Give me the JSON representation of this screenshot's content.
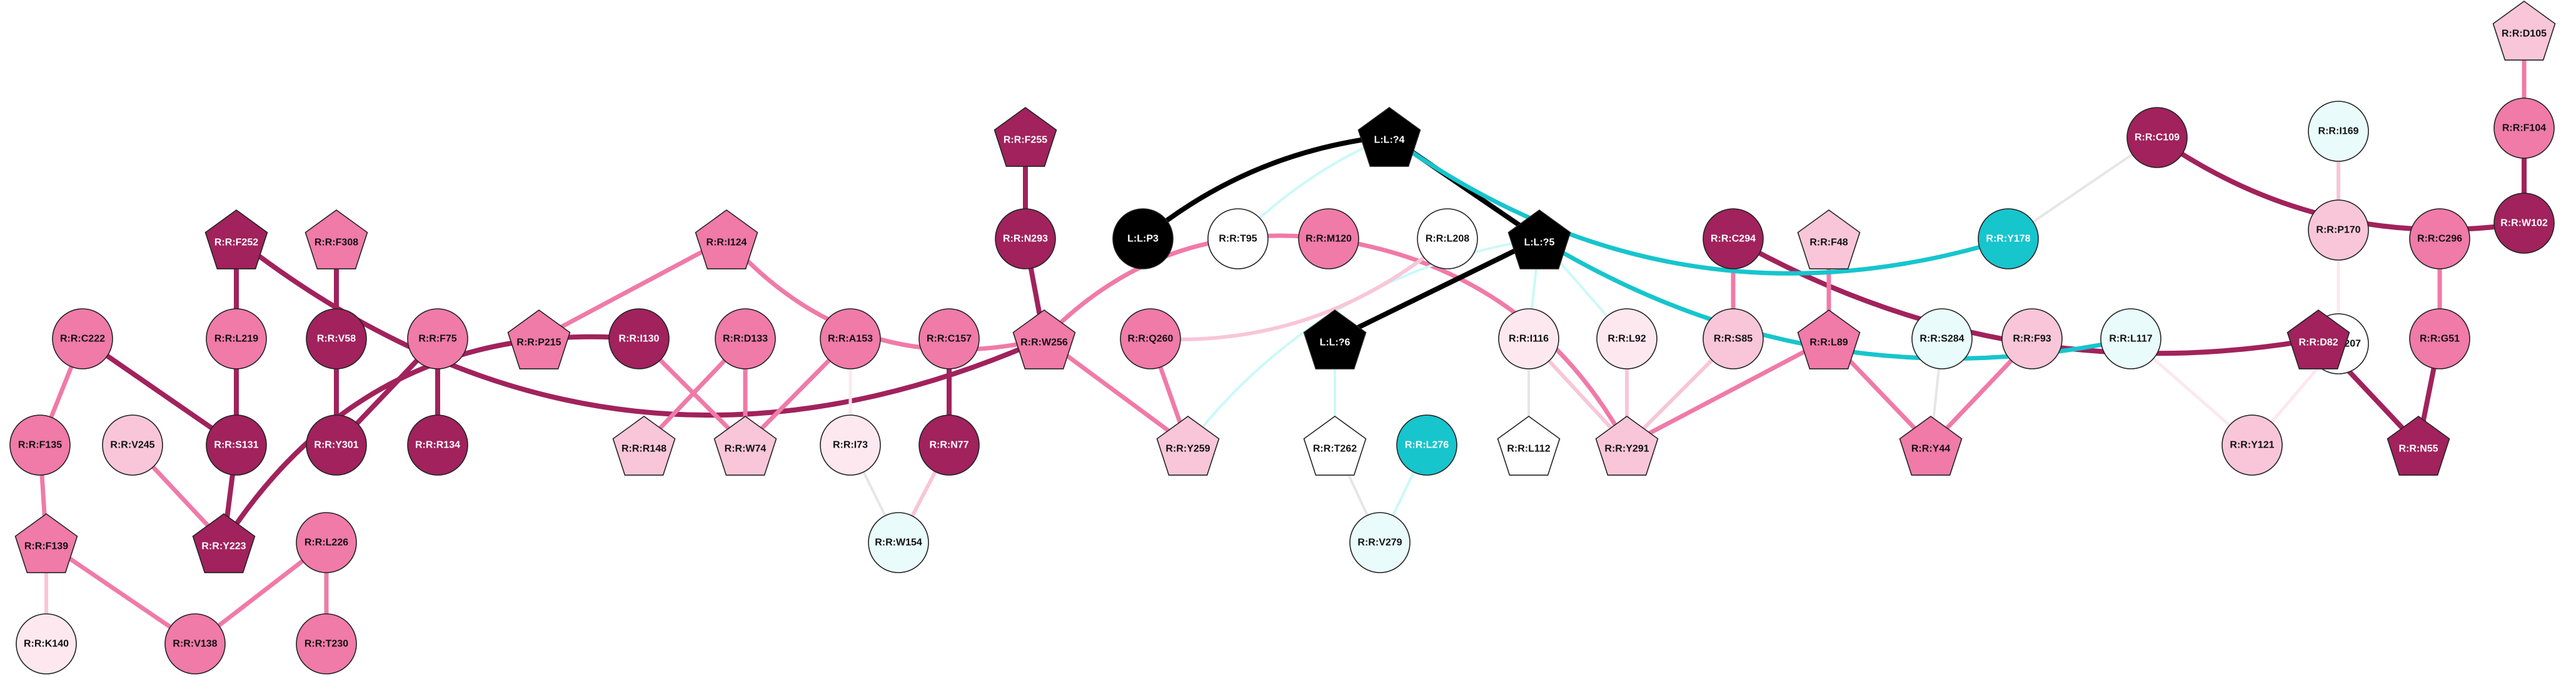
{
  "colors": {
    "dark": "#a1225c",
    "medium": "#f07aa8",
    "light": "#f8c6d8",
    "pale": "#fde8ef",
    "white": "#ffffff",
    "mint": "#e9fbfb",
    "cyan": "#17c5cd",
    "black": "#000000",
    "edge_cyan_light": "#ccf8f8",
    "edge_gray": "#e6e6e6"
  },
  "nodes": [
    {
      "id": "D105",
      "label": "R:R:D105",
      "shape": "pentagon",
      "fill": "light"
    },
    {
      "id": "F104",
      "label": "R:R:F104",
      "shape": "circle",
      "fill": "medium"
    },
    {
      "id": "W102",
      "label": "R:R:W102",
      "shape": "circle",
      "fill": "dark"
    },
    {
      "id": "C109",
      "label": "R:R:C109",
      "shape": "circle",
      "fill": "dark"
    },
    {
      "id": "I169",
      "label": "R:R:I169",
      "shape": "circle",
      "fill": "mint"
    },
    {
      "id": "P170",
      "label": "R:R:P170",
      "shape": "circle",
      "fill": "light"
    },
    {
      "id": "R207",
      "label": "R:R:R207",
      "shape": "circle",
      "fill": "white"
    },
    {
      "id": "C296",
      "label": "R:R:C296",
      "shape": "circle",
      "fill": "medium"
    },
    {
      "id": "G51",
      "label": "R:R:G51",
      "shape": "circle",
      "fill": "medium"
    },
    {
      "id": "N55",
      "label": "R:R:N55",
      "shape": "pentagon",
      "fill": "dark"
    },
    {
      "id": "D82",
      "label": "R:R:D82",
      "shape": "pentagon",
      "fill": "dark"
    },
    {
      "id": "Y121",
      "label": "R:R:Y121",
      "shape": "circle",
      "fill": "light"
    },
    {
      "id": "L117",
      "label": "R:R:L117",
      "shape": "circle",
      "fill": "mint"
    },
    {
      "id": "S284",
      "label": "R:R:S284",
      "shape": "circle",
      "fill": "mint"
    },
    {
      "id": "F93",
      "label": "R:R:F93",
      "shape": "circle",
      "fill": "light"
    },
    {
      "id": "Y44",
      "label": "R:R:Y44",
      "shape": "pentagon",
      "fill": "medium"
    },
    {
      "id": "F48",
      "label": "R:R:F48",
      "shape": "pentagon",
      "fill": "light"
    },
    {
      "id": "L89",
      "label": "R:R:L89",
      "shape": "pentagon",
      "fill": "medium"
    },
    {
      "id": "C294",
      "label": "R:R:C294",
      "shape": "circle",
      "fill": "dark"
    },
    {
      "id": "S85",
      "label": "R:R:S85",
      "shape": "circle",
      "fill": "light"
    },
    {
      "id": "Y291",
      "label": "R:R:Y291",
      "shape": "pentagon",
      "fill": "light"
    },
    {
      "id": "L92",
      "label": "R:R:L92",
      "shape": "circle",
      "fill": "pale"
    },
    {
      "id": "I116",
      "label": "R:R:I116",
      "shape": "circle",
      "fill": "pale"
    },
    {
      "id": "L112",
      "label": "R:R:L112",
      "shape": "pentagon",
      "fill": "white"
    },
    {
      "id": "Y178",
      "label": "R:R:Y178",
      "shape": "circle",
      "fill": "cyan"
    },
    {
      "id": "L74",
      "label": "L:L:?4",
      "shape": "pentagon",
      "fill": "black"
    },
    {
      "id": "L75",
      "label": "L:L:?5",
      "shape": "pentagon",
      "fill": "black"
    },
    {
      "id": "L76",
      "label": "L:L:?6",
      "shape": "pentagon",
      "fill": "black"
    },
    {
      "id": "LP3",
      "label": "L:L:P3",
      "shape": "circle",
      "fill": "black"
    },
    {
      "id": "T95",
      "label": "R:R:T95",
      "shape": "circle",
      "fill": "white"
    },
    {
      "id": "L208",
      "label": "R:R:L208",
      "shape": "circle",
      "fill": "white"
    },
    {
      "id": "M120",
      "label": "R:R:M120",
      "shape": "circle",
      "fill": "medium"
    },
    {
      "id": "T262",
      "label": "R:R:T262",
      "shape": "pentagon",
      "fill": "white"
    },
    {
      "id": "L276",
      "label": "R:R:L276",
      "shape": "circle",
      "fill": "cyan"
    },
    {
      "id": "V279",
      "label": "R:R:V279",
      "shape": "circle",
      "fill": "mint"
    },
    {
      "id": "F255",
      "label": "R:R:F255",
      "shape": "pentagon",
      "fill": "dark"
    },
    {
      "id": "N293",
      "label": "R:R:N293",
      "shape": "circle",
      "fill": "dark"
    },
    {
      "id": "W256",
      "label": "R:R:W256",
      "shape": "pentagon",
      "fill": "medium"
    },
    {
      "id": "Q260",
      "label": "R:R:Q260",
      "shape": "circle",
      "fill": "medium"
    },
    {
      "id": "Y259",
      "label": "R:R:Y259",
      "shape": "pentagon",
      "fill": "light"
    },
    {
      "id": "C157",
      "label": "R:R:C157",
      "shape": "circle",
      "fill": "medium"
    },
    {
      "id": "N77",
      "label": "R:R:N77",
      "shape": "circle",
      "fill": "dark"
    },
    {
      "id": "A153",
      "label": "R:R:A153",
      "shape": "circle",
      "fill": "medium"
    },
    {
      "id": "I73",
      "label": "R:R:I73",
      "shape": "circle",
      "fill": "pale"
    },
    {
      "id": "W154",
      "label": "R:R:W154",
      "shape": "circle",
      "fill": "mint"
    },
    {
      "id": "D133",
      "label": "R:R:D133",
      "shape": "circle",
      "fill": "medium"
    },
    {
      "id": "R148",
      "label": "R:R:R148",
      "shape": "pentagon",
      "fill": "light"
    },
    {
      "id": "W74",
      "label": "R:R:W74",
      "shape": "pentagon",
      "fill": "light"
    },
    {
      "id": "I130",
      "label": "R:R:I130",
      "shape": "circle",
      "fill": "dark"
    },
    {
      "id": "I124",
      "label": "R:R:I124",
      "shape": "pentagon",
      "fill": "medium"
    },
    {
      "id": "P215",
      "label": "R:R:P215",
      "shape": "pentagon",
      "fill": "medium"
    },
    {
      "id": "F75",
      "label": "R:R:F75",
      "shape": "circle",
      "fill": "medium"
    },
    {
      "id": "R134",
      "label": "R:R:R134",
      "shape": "circle",
      "fill": "dark"
    },
    {
      "id": "F308",
      "label": "R:R:F308",
      "shape": "pentagon",
      "fill": "medium"
    },
    {
      "id": "V58",
      "label": "R:R:V58",
      "shape": "circle",
      "fill": "dark"
    },
    {
      "id": "Y301",
      "label": "R:R:Y301",
      "shape": "circle",
      "fill": "dark"
    },
    {
      "id": "F252",
      "label": "R:R:F252",
      "shape": "pentagon",
      "fill": "dark"
    },
    {
      "id": "L219",
      "label": "R:R:L219",
      "shape": "circle",
      "fill": "medium"
    },
    {
      "id": "S131",
      "label": "R:R:S131",
      "shape": "circle",
      "fill": "dark"
    },
    {
      "id": "C222",
      "label": "R:R:C222",
      "shape": "circle",
      "fill": "medium"
    },
    {
      "id": "F135",
      "label": "R:R:F135",
      "shape": "circle",
      "fill": "medium"
    },
    {
      "id": "V245",
      "label": "R:R:V245",
      "shape": "circle",
      "fill": "light"
    },
    {
      "id": "Y223",
      "label": "R:R:Y223",
      "shape": "pentagon",
      "fill": "dark"
    },
    {
      "id": "F139",
      "label": "R:R:F139",
      "shape": "pentagon",
      "fill": "medium"
    },
    {
      "id": "K140",
      "label": "R:R:K140",
      "shape": "circle",
      "fill": "pale"
    },
    {
      "id": "V138",
      "label": "R:R:V138",
      "shape": "circle",
      "fill": "medium"
    },
    {
      "id": "L226",
      "label": "R:R:L226",
      "shape": "circle",
      "fill": "medium"
    },
    {
      "id": "T230",
      "label": "R:R:T230",
      "shape": "circle",
      "fill": "medium"
    }
  ],
  "edges": [
    {
      "from": "D105",
      "to": "F104",
      "color": "medium"
    },
    {
      "from": "F104",
      "to": "W102",
      "color": "dark"
    },
    {
      "from": "C109",
      "to": "W102",
      "color": "dark"
    },
    {
      "from": "C109",
      "to": "Y178",
      "color": "edge_gray"
    },
    {
      "from": "I169",
      "to": "P170",
      "color": "light"
    },
    {
      "from": "P170",
      "to": "R207",
      "color": "pale"
    },
    {
      "from": "C296",
      "to": "G51",
      "color": "medium"
    },
    {
      "from": "G51",
      "to": "N55",
      "color": "dark"
    },
    {
      "from": "D82",
      "to": "N55",
      "color": "dark"
    },
    {
      "from": "C294",
      "to": "D82",
      "color": "dark"
    },
    {
      "from": "L117",
      "to": "Y121",
      "color": "pale"
    },
    {
      "from": "Y121",
      "to": "R207",
      "color": "pale"
    },
    {
      "from": "S284",
      "to": "Y44",
      "color": "edge_gray"
    },
    {
      "from": "F93",
      "to": "Y44",
      "color": "medium"
    },
    {
      "from": "L89",
      "to": "Y44",
      "color": "medium"
    },
    {
      "from": "F48",
      "to": "L89",
      "color": "medium"
    },
    {
      "from": "L89",
      "to": "Y291",
      "color": "medium"
    },
    {
      "from": "C294",
      "to": "S85",
      "color": "medium"
    },
    {
      "from": "S85",
      "to": "Y291",
      "color": "light"
    },
    {
      "from": "L92",
      "to": "Y291",
      "color": "light"
    },
    {
      "from": "I116",
      "to": "Y291",
      "color": "light"
    },
    {
      "from": "I116",
      "to": "L112",
      "color": "edge_gray"
    },
    {
      "from": "M120",
      "to": "Y291",
      "color": "medium"
    },
    {
      "from": "L74",
      "to": "LP3",
      "color": "black"
    },
    {
      "from": "L74",
      "to": "L75",
      "color": "black"
    },
    {
      "from": "L74",
      "to": "Y178",
      "color": "cyan"
    },
    {
      "from": "L74",
      "to": "T95",
      "color": "edge_cyan_light"
    },
    {
      "from": "L75",
      "to": "L76",
      "color": "black"
    },
    {
      "from": "L75",
      "to": "L117",
      "color": "cyan"
    },
    {
      "from": "L75",
      "to": "I116",
      "color": "edge_cyan_light"
    },
    {
      "from": "L75",
      "to": "L92",
      "color": "edge_cyan_light"
    },
    {
      "from": "L75",
      "to": "Y259",
      "color": "edge_cyan_light"
    },
    {
      "from": "L76",
      "to": "T262",
      "color": "edge_cyan_light"
    },
    {
      "from": "T262",
      "to": "V279",
      "color": "edge_gray"
    },
    {
      "from": "L276",
      "to": "V279",
      "color": "edge_cyan_light"
    },
    {
      "from": "L208",
      "to": "Q260",
      "color": "light"
    },
    {
      "from": "M120",
      "to": "W256",
      "color": "medium"
    },
    {
      "from": "F255",
      "to": "N293",
      "color": "dark"
    },
    {
      "from": "N293",
      "to": "W256",
      "color": "dark"
    },
    {
      "from": "W256",
      "to": "Y259",
      "color": "medium"
    },
    {
      "from": "Q260",
      "to": "Y259",
      "color": "medium"
    },
    {
      "from": "I124",
      "to": "W256",
      "color": "medium"
    },
    {
      "from": "F252",
      "to": "W256",
      "color": "dark"
    },
    {
      "from": "C157",
      "to": "N77",
      "color": "dark"
    },
    {
      "from": "N77",
      "to": "W154",
      "color": "light"
    },
    {
      "from": "A153",
      "to": "I73",
      "color": "pale"
    },
    {
      "from": "I73",
      "to": "W154",
      "color": "edge_gray"
    },
    {
      "from": "A153",
      "to": "W74",
      "color": "medium"
    },
    {
      "from": "D133",
      "to": "W74",
      "color": "medium"
    },
    {
      "from": "D133",
      "to": "R148",
      "color": "medium"
    },
    {
      "from": "I130",
      "to": "W74",
      "color": "medium"
    },
    {
      "from": "I130",
      "to": "Y223",
      "color": "dark"
    },
    {
      "from": "I124",
      "to": "P215",
      "color": "medium"
    },
    {
      "from": "F75",
      "to": "Y301",
      "color": "dark"
    },
    {
      "from": "F75",
      "to": "R134",
      "color": "dark"
    },
    {
      "from": "F308",
      "to": "V58",
      "color": "dark"
    },
    {
      "from": "V58",
      "to": "Y301",
      "color": "dark"
    },
    {
      "from": "F252",
      "to": "L219",
      "color": "dark"
    },
    {
      "from": "L219",
      "to": "S131",
      "color": "dark"
    },
    {
      "from": "C222",
      "to": "S131",
      "color": "dark"
    },
    {
      "from": "C222",
      "to": "F135",
      "color": "medium"
    },
    {
      "from": "S131",
      "to": "Y223",
      "color": "dark"
    },
    {
      "from": "V245",
      "to": "Y223",
      "color": "medium"
    },
    {
      "from": "F135",
      "to": "F139",
      "color": "medium"
    },
    {
      "from": "F139",
      "to": "K140",
      "color": "light"
    },
    {
      "from": "F139",
      "to": "V138",
      "color": "medium"
    },
    {
      "from": "L226",
      "to": "V138",
      "color": "medium"
    },
    {
      "from": "L226",
      "to": "T230",
      "color": "medium"
    }
  ]
}
